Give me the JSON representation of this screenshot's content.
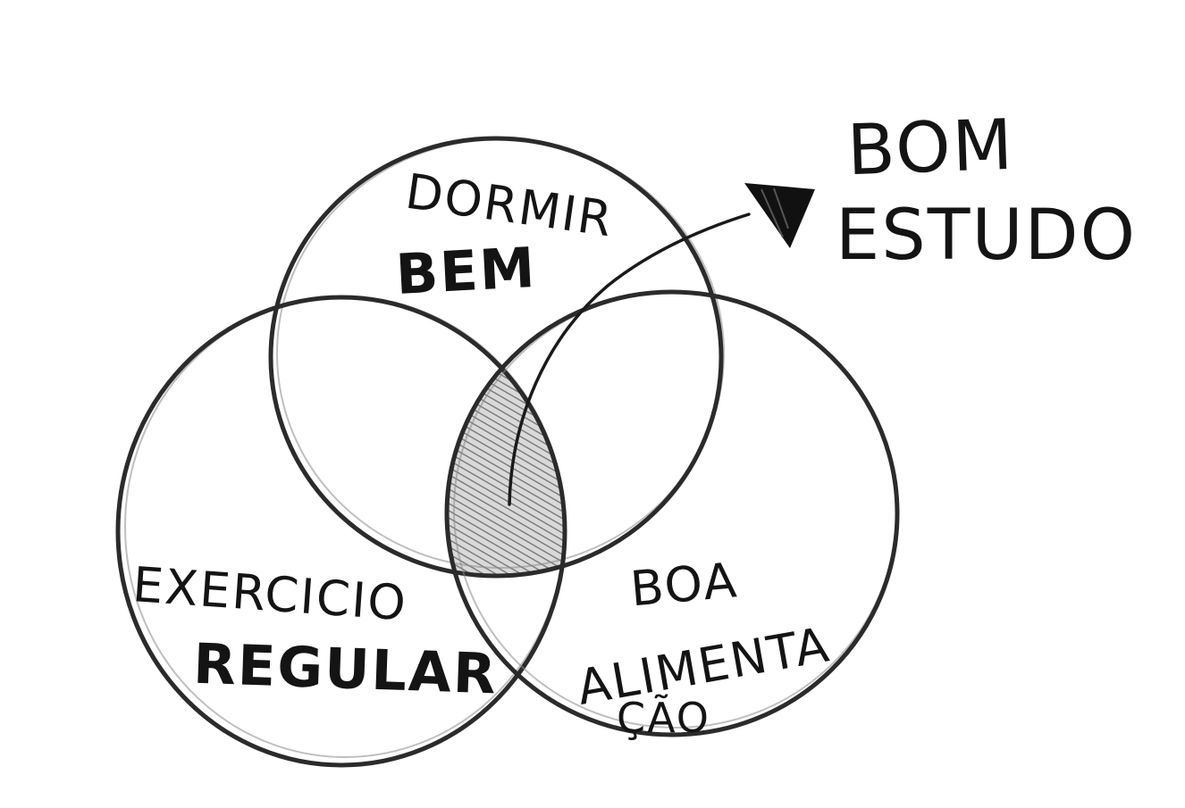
{
  "sets": [
    {
      "lines": [
        "DORMIR",
        "BEM"
      ]
    },
    {
      "lines": [
        "EXERCICIO",
        "REGULAR"
      ]
    },
    {
      "lines": [
        "BOA",
        "ALIMENTA",
        "ÇÃO"
      ]
    }
  ],
  "intersection": {
    "lines": [
      "BOM",
      "ESTUDO"
    ]
  },
  "colors": {
    "ink": "#141414",
    "pencil": "#2b2b2b",
    "shade": "#9a9a9a",
    "paper": "#ffffff"
  }
}
